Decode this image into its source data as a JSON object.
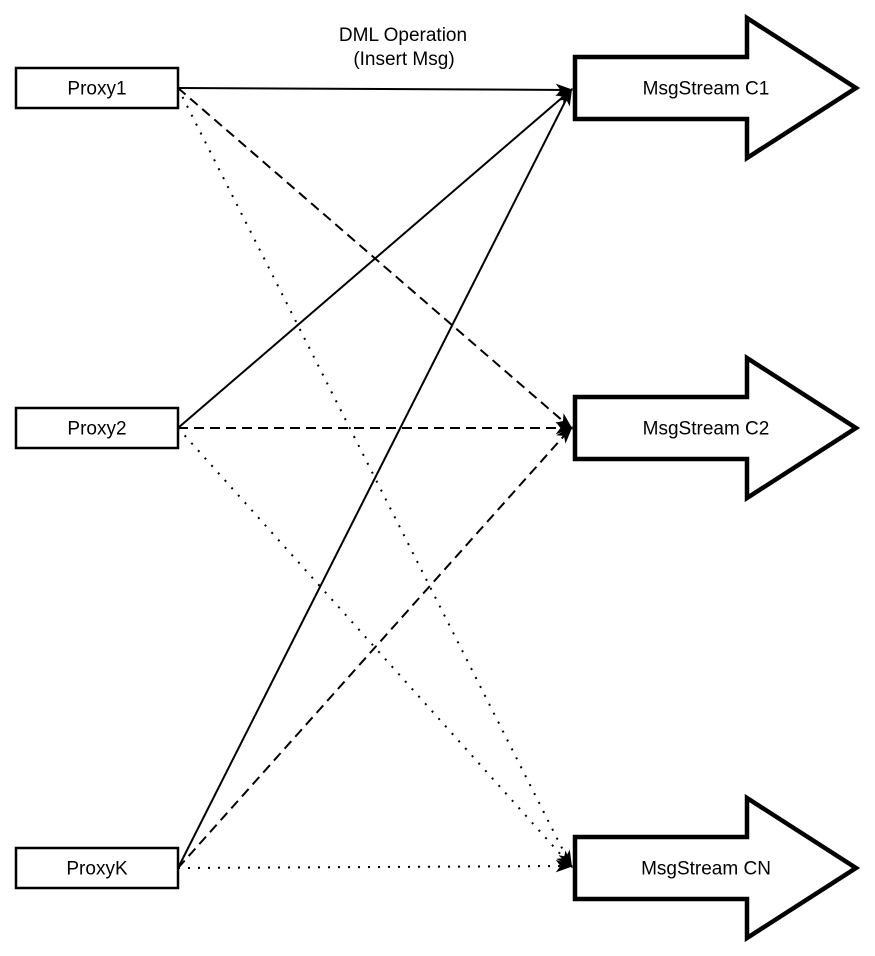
{
  "diagram": {
    "annotation": {
      "line1": "DML Operation",
      "line2": "(Insert Msg)"
    },
    "proxies": [
      {
        "id": "proxy1",
        "label": "Proxy1"
      },
      {
        "id": "proxy2",
        "label": "Proxy2"
      },
      {
        "id": "proxyk",
        "label": "ProxyK"
      }
    ],
    "streams": [
      {
        "id": "c1",
        "label": "MsgStream C1",
        "line_style": "solid"
      },
      {
        "id": "c2",
        "label": "MsgStream C2",
        "line_style": "dashed"
      },
      {
        "id": "cn",
        "label": "MsgStream CN",
        "line_style": "dotted"
      }
    ],
    "edges": [
      {
        "from": "proxy1",
        "to": "c1",
        "style": "solid"
      },
      {
        "from": "proxy2",
        "to": "c1",
        "style": "solid"
      },
      {
        "from": "proxyk",
        "to": "c1",
        "style": "solid"
      },
      {
        "from": "proxy1",
        "to": "c2",
        "style": "dashed"
      },
      {
        "from": "proxy2",
        "to": "c2",
        "style": "dashed"
      },
      {
        "from": "proxyk",
        "to": "c2",
        "style": "dashed"
      },
      {
        "from": "proxy1",
        "to": "cn",
        "style": "dotted"
      },
      {
        "from": "proxy2",
        "to": "cn",
        "style": "dotted"
      },
      {
        "from": "proxyk",
        "to": "cn",
        "style": "dotted"
      }
    ],
    "colors": {
      "stroke": "#000000",
      "fill": "#ffffff"
    }
  }
}
